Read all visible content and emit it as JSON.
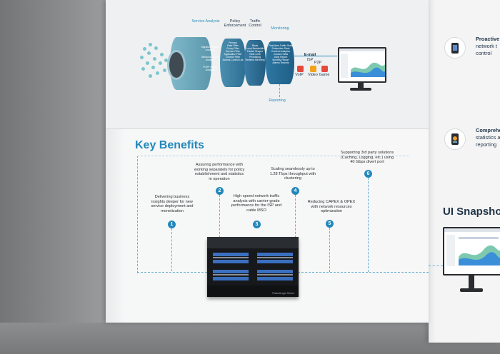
{
  "diagram": {
    "top_labels": [
      "Service Analysis",
      "Policy Enforcement",
      "Traffic Control",
      "Monitoring"
    ],
    "bottom_label": "Reporting",
    "analysis_items": [
      "Signature based Analysis",
      "Behavior based Analysis",
      "PCRF based Analysis"
    ],
    "policy_items": [
      "Primary",
      "Rate Filter",
      "Group Filter",
      "Service Filter",
      "Application Filter",
      "Content Filter",
      "Access Control List"
    ],
    "control_items": [
      "Block",
      "Local Bandwidth",
      "Packet Shaper",
      "Rate Limit",
      "Prioritizing",
      "Redirect Mirroring"
    ],
    "monitor_items": [
      "Real-time Traffic Stats",
      "Subscriber Stats",
      "Content Analytics",
      "Custom Stats",
      "Daily Report",
      "Monthly Report",
      "Alarms Reports"
    ],
    "outputs": [
      "E-mail",
      "ISP",
      "VoIP",
      "P2P",
      "Video",
      "Game"
    ]
  },
  "key_benefits": {
    "title": "Key Benefits",
    "items": [
      {
        "num": "1",
        "text": "Delivering business insights deeper for new service deployment and monetization"
      },
      {
        "num": "2",
        "text": "Assuring performance with working separately for policy establishment and statistics in operation"
      },
      {
        "num": "3",
        "text": "High speed network traffic analysis with carrier-grade performance for the ISP and cable MSO"
      },
      {
        "num": "4",
        "text": "Scaling seamlessly up to 1.28 Tbps throughput with clustering"
      },
      {
        "num": "5",
        "text": "Reducing CAPEX & OPEX with network resources optimization"
      },
      {
        "num": "6",
        "text": "Supporting 3rd party solutions (Caching, Logging, etc.) using 40 Gbps divert port"
      }
    ]
  },
  "right_page": {
    "item1": [
      "Proactive",
      "network t",
      "control"
    ],
    "item2": [
      "Comprehe",
      "statistics a",
      "reporting"
    ],
    "ui_title": "UI Snapsho"
  },
  "device_label": "PacketLogic Series"
}
